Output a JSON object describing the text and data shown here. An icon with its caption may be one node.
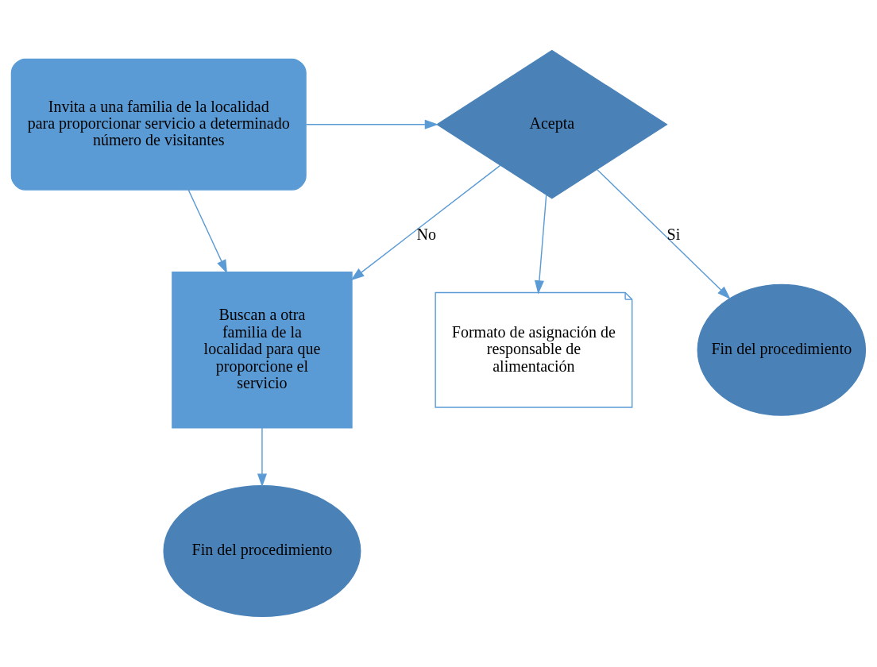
{
  "diagram": {
    "nodes": [
      {
        "text": [
          "Invita a una familia de la localidad para proporcionar servicio a determinado número de visitantes"
        ]
      },
      {
        "text": [
          "Acepta"
        ]
      },
      {
        "text": [
          "Formato de asignación de responsable de alimentación"
        ]
      },
      {
        "text": [
          "Buscan a otra familia de la localidad para que proporcione el servicio"
        ]
      },
      {
        "text": [
          "Fin del procedimiento"
        ]
      },
      {
        "text": [
          "Fin del procedimiento"
        ]
      }
    ],
    "edges": [
      {
        "from": 0,
        "to": 1,
        "arrow": "to"
      },
      {
        "from": 0,
        "to": 3,
        "arrow": "to"
      },
      {
        "from": 1,
        "to": 3,
        "arrow": "to",
        "label": "No"
      },
      {
        "from": 1,
        "to": 4,
        "arrow": "to",
        "label": "Si"
      },
      {
        "from": 1,
        "to": 2,
        "arrow": "to"
      },
      {
        "from": 3,
        "to": 5,
        "arrow": "to"
      }
    ]
  }
}
